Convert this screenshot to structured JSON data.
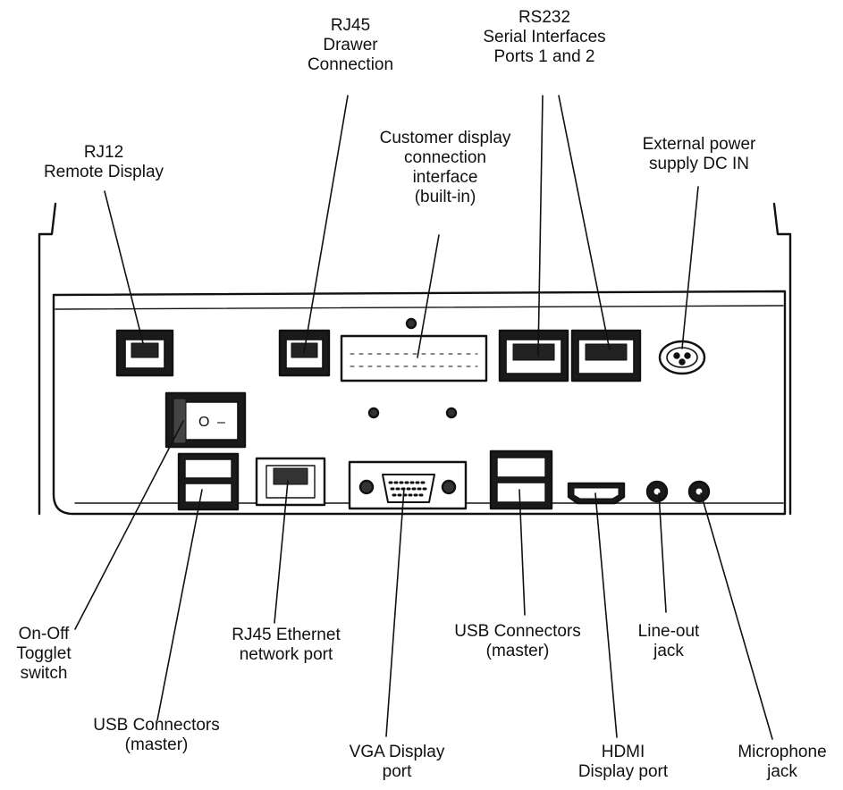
{
  "labels": {
    "rj12": [
      "RJ12",
      "Remote Display"
    ],
    "rj45_drawer": [
      "RJ45",
      "Drawer",
      "Connection"
    ],
    "customer_display": [
      "Customer display",
      "connection",
      "interface",
      "(built-in)"
    ],
    "rs232": [
      "RS232",
      "Serial Interfaces",
      "Ports 1 and 2"
    ],
    "power": [
      "External power",
      "supply DC IN"
    ],
    "onoff": [
      "On-Off",
      "Togglet",
      "switch"
    ],
    "ethernet": [
      "RJ45 Ethernet",
      "network port"
    ],
    "usb_left": [
      "USB Connectors",
      "(master)"
    ],
    "usb_right": [
      "USB Connectors",
      "(master)"
    ],
    "vga": [
      "VGA Display",
      "port"
    ],
    "hdmi": [
      "HDMI",
      "Display port"
    ],
    "lineout": [
      "Line-out",
      "jack"
    ],
    "mic": [
      "Microphone",
      "jack"
    ]
  },
  "switch_marks": [
    "O",
    "–"
  ],
  "colors": {
    "line": "#111111",
    "panel": "#ffffff",
    "background": "#ffffff"
  }
}
